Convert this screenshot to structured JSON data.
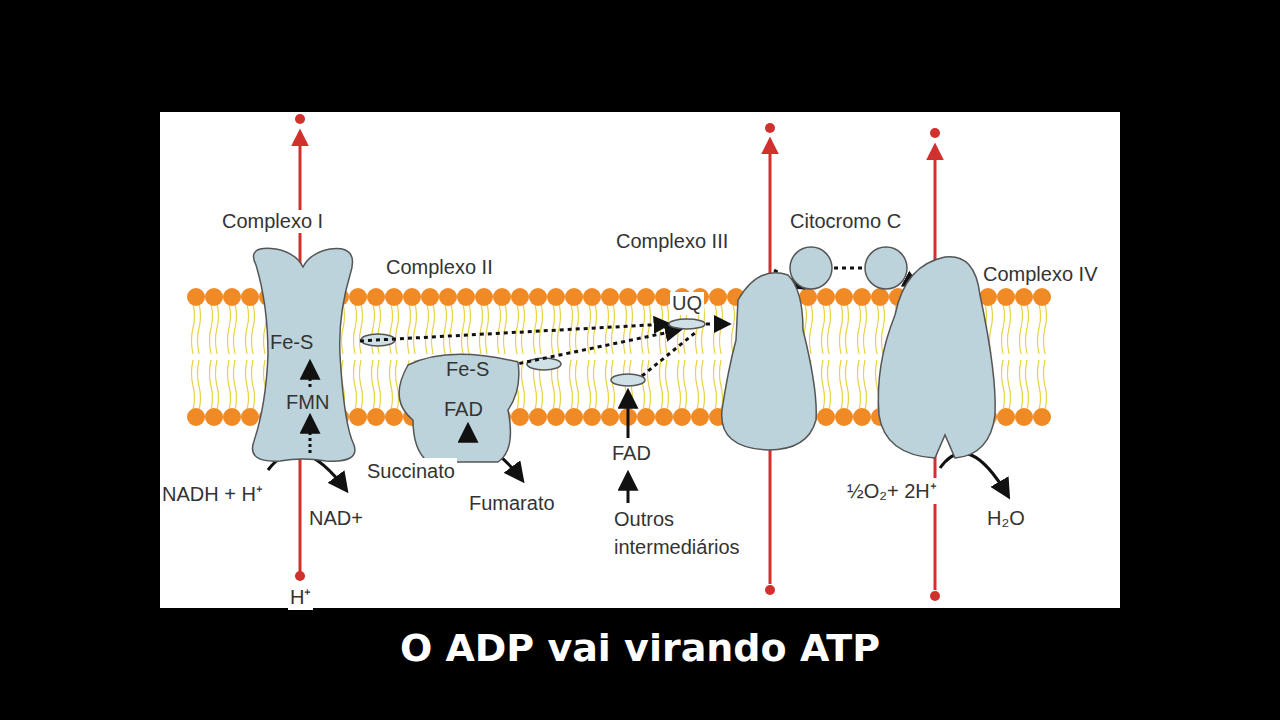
{
  "diagram": {
    "caption": "O ADP vai virando ATP",
    "nodes": [
      {
        "text": [
          "Complexo I",
          "Fe-S",
          "FMN"
        ]
      },
      {
        "text": [
          "Complexo II",
          "Fe-S",
          "FAD"
        ]
      },
      {
        "text": [
          "UQ"
        ]
      },
      {
        "text": [
          "Complexo III"
        ]
      },
      {
        "text": [
          "Citocromo C"
        ]
      },
      {
        "text": [
          "Complexo IV"
        ]
      }
    ],
    "edges": [
      {
        "from": 0,
        "to": 2,
        "arrow": "to"
      },
      {
        "from": 1,
        "to": 2,
        "arrow": "to"
      },
      {
        "from": 2,
        "to": 3,
        "arrow": "to"
      },
      {
        "from": 3,
        "to": 4,
        "arrow": "to"
      },
      {
        "from": 4,
        "to": 5,
        "arrow": "to"
      }
    ],
    "labels": [
      "NADH + H⁺",
      "NAD+",
      "Succinato",
      "Fumarato",
      "FAD",
      "Outros intermediários",
      "½O₂+ 2H⁺",
      "H₂O",
      "H⁺"
    ]
  }
}
